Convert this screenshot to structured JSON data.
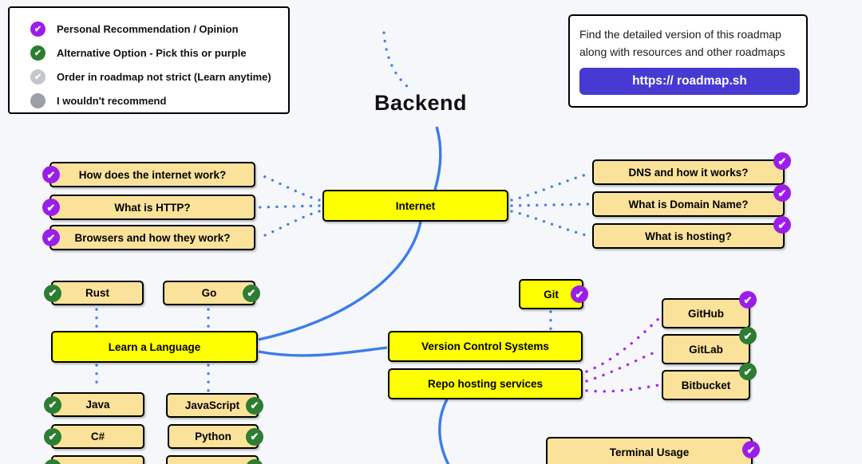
{
  "title": "Backend",
  "legend": {
    "items": [
      {
        "icon": "purple-check",
        "label": "Personal Recommendation / Opinion"
      },
      {
        "icon": "green-check",
        "label": "Alternative Option - Pick this or purple"
      },
      {
        "icon": "gray-check",
        "label": "Order in roadmap not strict (Learn anytime)"
      },
      {
        "icon": "gray-dot",
        "label": "I wouldn't recommend"
      }
    ]
  },
  "info_box": {
    "line1": "Find the detailed version of this roadmap",
    "line2": "along with resources and other roadmaps",
    "button_label": "https:// roadmap.sh"
  },
  "nodes": {
    "internet": {
      "label": "Internet",
      "badge": null,
      "type": "topic"
    },
    "how_internet_works": {
      "label": "How does the internet work?",
      "badge": "purple",
      "type": "subtopic"
    },
    "what_is_http": {
      "label": "What is HTTP?",
      "badge": "purple",
      "type": "subtopic"
    },
    "browsers": {
      "label": "Browsers and how they work?",
      "badge": "purple",
      "type": "subtopic"
    },
    "dns": {
      "label": "DNS and how it works?",
      "badge": "purple",
      "type": "subtopic"
    },
    "domain_name": {
      "label": "What is Domain Name?",
      "badge": "purple",
      "type": "subtopic"
    },
    "hosting": {
      "label": "What is hosting?",
      "badge": "purple",
      "type": "subtopic"
    },
    "rust": {
      "label": "Rust",
      "badge": "green",
      "type": "subtopic"
    },
    "go": {
      "label": "Go",
      "badge": "green",
      "type": "subtopic"
    },
    "learn_language": {
      "label": "Learn a Language",
      "badge": null,
      "type": "topic"
    },
    "git": {
      "label": "Git",
      "badge": "purple",
      "type": "topic"
    },
    "vcs": {
      "label": "Version Control Systems",
      "badge": null,
      "type": "topic"
    },
    "repo_hosting": {
      "label": "Repo hosting services",
      "badge": null,
      "type": "topic"
    },
    "github": {
      "label": "GitHub",
      "badge": "purple",
      "type": "subtopic"
    },
    "gitlab": {
      "label": "GitLab",
      "badge": "green",
      "type": "subtopic"
    },
    "bitbucket": {
      "label": "Bitbucket",
      "badge": "green",
      "type": "subtopic"
    },
    "java": {
      "label": "Java",
      "badge": "green",
      "type": "subtopic"
    },
    "javascript": {
      "label": "JavaScript",
      "badge": "green",
      "type": "subtopic"
    },
    "csharp": {
      "label": "C#",
      "badge": "green",
      "type": "subtopic"
    },
    "python": {
      "label": "Python",
      "badge": "green",
      "type": "subtopic"
    },
    "partial_left": {
      "label": "",
      "badge": "green",
      "type": "subtopic"
    },
    "partial_right": {
      "label": "",
      "badge": "green",
      "type": "subtopic"
    },
    "terminal_usage": {
      "label": "Terminal Usage",
      "badge": "purple",
      "type": "subtopic"
    }
  },
  "edges": [
    {
      "from": "offscreen-top",
      "to": "backend-title",
      "style": "dotted-blue"
    },
    {
      "from": "backend-title",
      "to": "internet",
      "style": "solid-blue"
    },
    {
      "from": "internet",
      "to": "how_internet_works",
      "style": "dotted-blue"
    },
    {
      "from": "internet",
      "to": "what_is_http",
      "style": "dotted-blue"
    },
    {
      "from": "internet",
      "to": "browsers",
      "style": "dotted-blue"
    },
    {
      "from": "internet",
      "to": "dns",
      "style": "dotted-blue"
    },
    {
      "from": "internet",
      "to": "domain_name",
      "style": "dotted-blue"
    },
    {
      "from": "internet",
      "to": "hosting",
      "style": "dotted-blue"
    },
    {
      "from": "internet",
      "to": "learn_language",
      "style": "solid-blue"
    },
    {
      "from": "learn_language",
      "to": "vcs",
      "style": "solid-blue"
    },
    {
      "from": "rust",
      "to": "learn_language",
      "style": "dotted-blue"
    },
    {
      "from": "go",
      "to": "learn_language",
      "style": "dotted-blue"
    },
    {
      "from": "learn_language",
      "to": "java",
      "style": "dotted-blue"
    },
    {
      "from": "learn_language",
      "to": "javascript",
      "style": "dotted-blue"
    },
    {
      "from": "git",
      "to": "vcs",
      "style": "dotted-blue"
    },
    {
      "from": "repo_hosting",
      "to": "github",
      "style": "dotted-purple"
    },
    {
      "from": "repo_hosting",
      "to": "gitlab",
      "style": "dotted-purple"
    },
    {
      "from": "repo_hosting",
      "to": "bitbucket",
      "style": "dotted-purple"
    },
    {
      "from": "repo_hosting",
      "to": "offscreen-bottom",
      "style": "solid-blue"
    }
  ],
  "colors": {
    "background": "#f5f7fa",
    "topic_yellow": "#feff00",
    "subtopic_tan": "#fbe29a",
    "edge_blue": "#3b7de9",
    "edge_purple": "#a723f0",
    "badge_purple": "#9c1de9",
    "badge_green": "#2d7d32",
    "link_button_bg": "#473ad2"
  }
}
